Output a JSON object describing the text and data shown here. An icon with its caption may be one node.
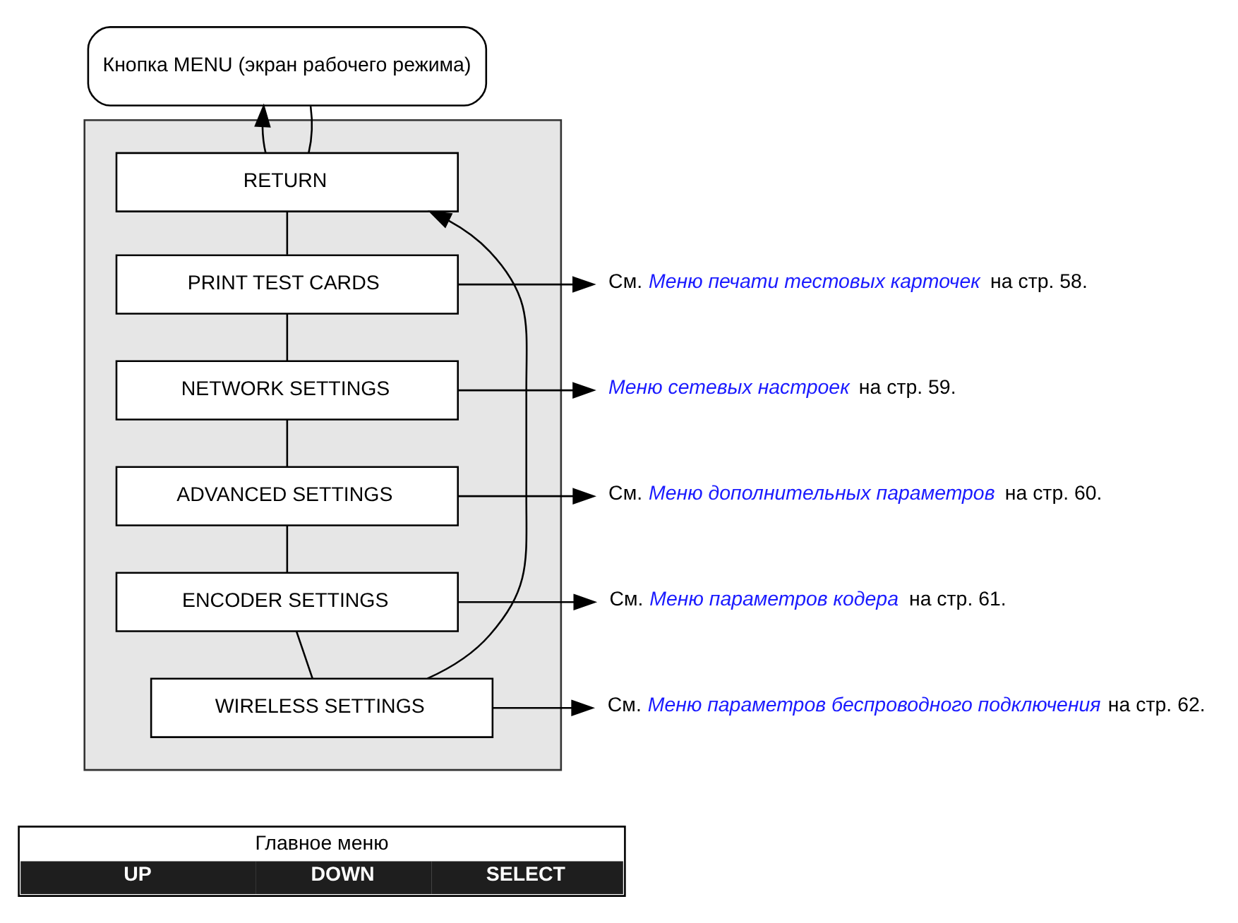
{
  "diagram": {
    "nodes": [
      {
        "text": [
          "Кнопка MENU (экран рабочего режима)"
        ]
      },
      {
        "text": [],
        "shape": "box"
      },
      {
        "text": [
          "RETURN"
        ],
        "in": 1
      },
      {
        "text": [
          "PRINT TEST CARDS"
        ],
        "in": 1
      },
      {
        "text": [
          "NETWORK SETTINGS"
        ],
        "in": 1
      },
      {
        "text": [
          "ADVANCED SETTINGS"
        ],
        "in": 1
      },
      {
        "text": [
          "ENCODER SETTINGS"
        ],
        "in": 1
      },
      {
        "text": [
          "WIRELESS SETTINGS"
        ],
        "in": 1
      },
      {
        "text": [
          "См. *Меню печати тестовых карточек* на стр. 58."
        ]
      },
      {
        "text": [
          "*Меню сетевых настроек* на стр. 59."
        ]
      },
      {
        "text": [
          "См. *Меню дополнительных параметров* на стр. 60."
        ]
      },
      {
        "text": [
          "См. *Меню параметров кодера* на стр. 61."
        ]
      },
      {
        "text": [
          "См. *Меню параметров беспроводного подключения* на стр. 62."
        ]
      },
      {
        "text": [
          "Главное меню",
          "UP",
          "DOWN",
          "SELECT"
        ]
      }
    ],
    "edges": [
      {
        "from": 0,
        "to": 2,
        "arrow": "none"
      },
      {
        "from": 2,
        "to": 0,
        "arrow": "to"
      },
      {
        "from": 2,
        "to": 3,
        "arrow": "none"
      },
      {
        "from": 3,
        "to": 4,
        "arrow": "none"
      },
      {
        "from": 4,
        "to": 5,
        "arrow": "none"
      },
      {
        "from": 5,
        "to": 6,
        "arrow": "none"
      },
      {
        "from": 6,
        "to": 7,
        "arrow": "none"
      },
      {
        "from": 7,
        "to": 2,
        "arrow": "to"
      },
      {
        "from": 3,
        "to": 8,
        "arrow": "to"
      },
      {
        "from": 4,
        "to": 9,
        "arrow": "to"
      },
      {
        "from": 5,
        "to": 10,
        "arrow": "to"
      },
      {
        "from": 6,
        "to": 11,
        "arrow": "to"
      },
      {
        "from": 7,
        "to": 12,
        "arrow": "to"
      }
    ]
  }
}
